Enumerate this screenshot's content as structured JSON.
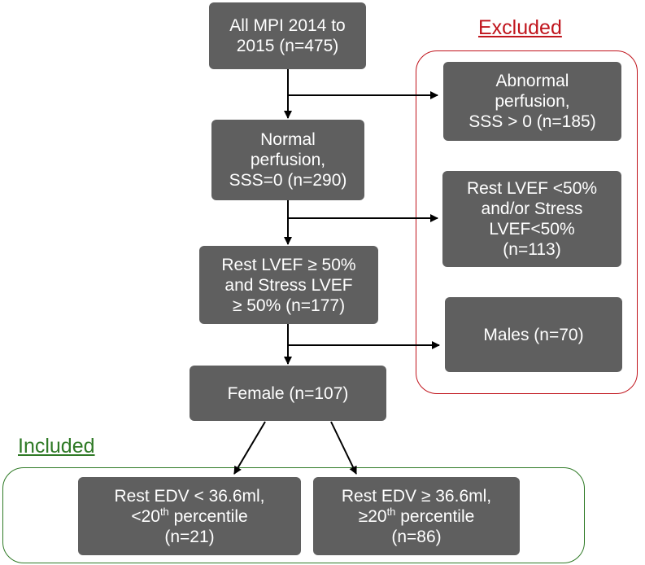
{
  "groups": {
    "excluded": {
      "label": "Excluded",
      "color": "#c0141c"
    },
    "included": {
      "label": "Included",
      "color": "#2f7a26"
    }
  },
  "flow": {
    "all_mpi": [
      "All MPI 2014 to",
      "2015 (n=475)"
    ],
    "normal_perfusion": [
      "Normal",
      "perfusion,",
      "SSS=0 (n=290)"
    ],
    "lvef_ok": [
      "Rest LVEF ≥ 50%",
      "and Stress LVEF",
      "≥ 50% (n=177)"
    ],
    "female": [
      "Female (n=107)"
    ]
  },
  "excluded_items": {
    "abnormal": [
      "Abnormal",
      "perfusion,",
      "SSS > 0 (n=185)"
    ],
    "low_lvef": [
      "Rest LVEF <50%",
      "and/or Stress",
      "LVEF<50%",
      "(n=113)"
    ],
    "males": [
      "Males (n=70)"
    ]
  },
  "included_items": {
    "low_edv": {
      "line1": "Rest EDV < 36.6ml,",
      "line2_pre": "<20",
      "line2_sup": "th",
      "line2_post": " percentile",
      "line3": "(n=21)"
    },
    "high_edv": {
      "line1": "Rest EDV ≥ 36.6ml,",
      "line2_pre": "≥20",
      "line2_sup": "th",
      "line2_post": " percentile",
      "line3": "(n=86)"
    }
  },
  "colors": {
    "box_fill": "#5f5f5f",
    "box_text": "#ffffff",
    "arrow": "#000000"
  }
}
